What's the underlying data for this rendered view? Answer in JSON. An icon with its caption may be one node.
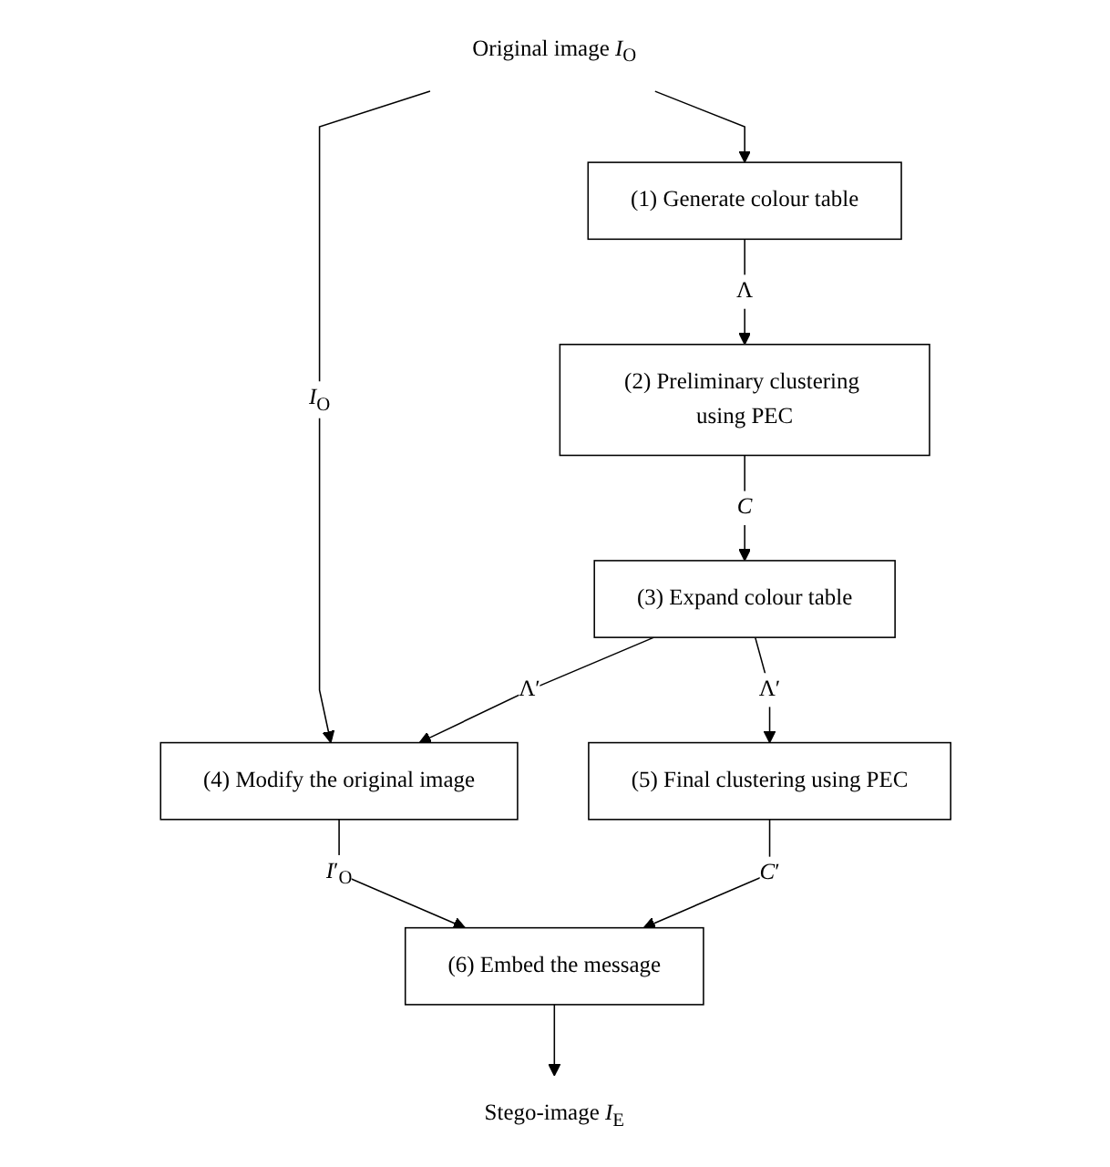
{
  "diagram": {
    "nodes": [
      {
        "text": [
          "Original image *I*$_{O}$"
        ]
      },
      {
        "text": [
          "(1) Generate colour table"
        ]
      },
      {
        "text": [
          "(2) Preliminary clustering using PEC"
        ]
      },
      {
        "text": [
          "(3) Expand colour table"
        ]
      },
      {
        "text": [
          "(4) Modify the original image"
        ]
      },
      {
        "text": [
          "(5) Final clustering using PEC"
        ]
      },
      {
        "text": [
          "(6) Embed the message"
        ]
      },
      {
        "text": [
          "Stego-image *I*$_{E}$"
        ]
      }
    ],
    "edges": [
      {
        "from": 0,
        "to": 1,
        "arrow": "to"
      },
      {
        "from": 0,
        "to": 4,
        "arrow": "to",
        "label": "*I*$_{O}$"
      },
      {
        "from": 1,
        "to": 2,
        "arrow": "to",
        "label": "Λ"
      },
      {
        "from": 2,
        "to": 3,
        "arrow": "to",
        "label": "*C*"
      },
      {
        "from": 3,
        "to": 4,
        "arrow": "to",
        "label": "Λ′"
      },
      {
        "from": 3,
        "to": 5,
        "arrow": "to",
        "label": "Λ′"
      },
      {
        "from": 4,
        "to": 6,
        "arrow": "to",
        "label": "*I*′$_{O}$"
      },
      {
        "from": 5,
        "to": 6,
        "arrow": "to",
        "label": "*C*′"
      },
      {
        "from": 6,
        "to": 7,
        "arrow": "to"
      }
    ]
  }
}
